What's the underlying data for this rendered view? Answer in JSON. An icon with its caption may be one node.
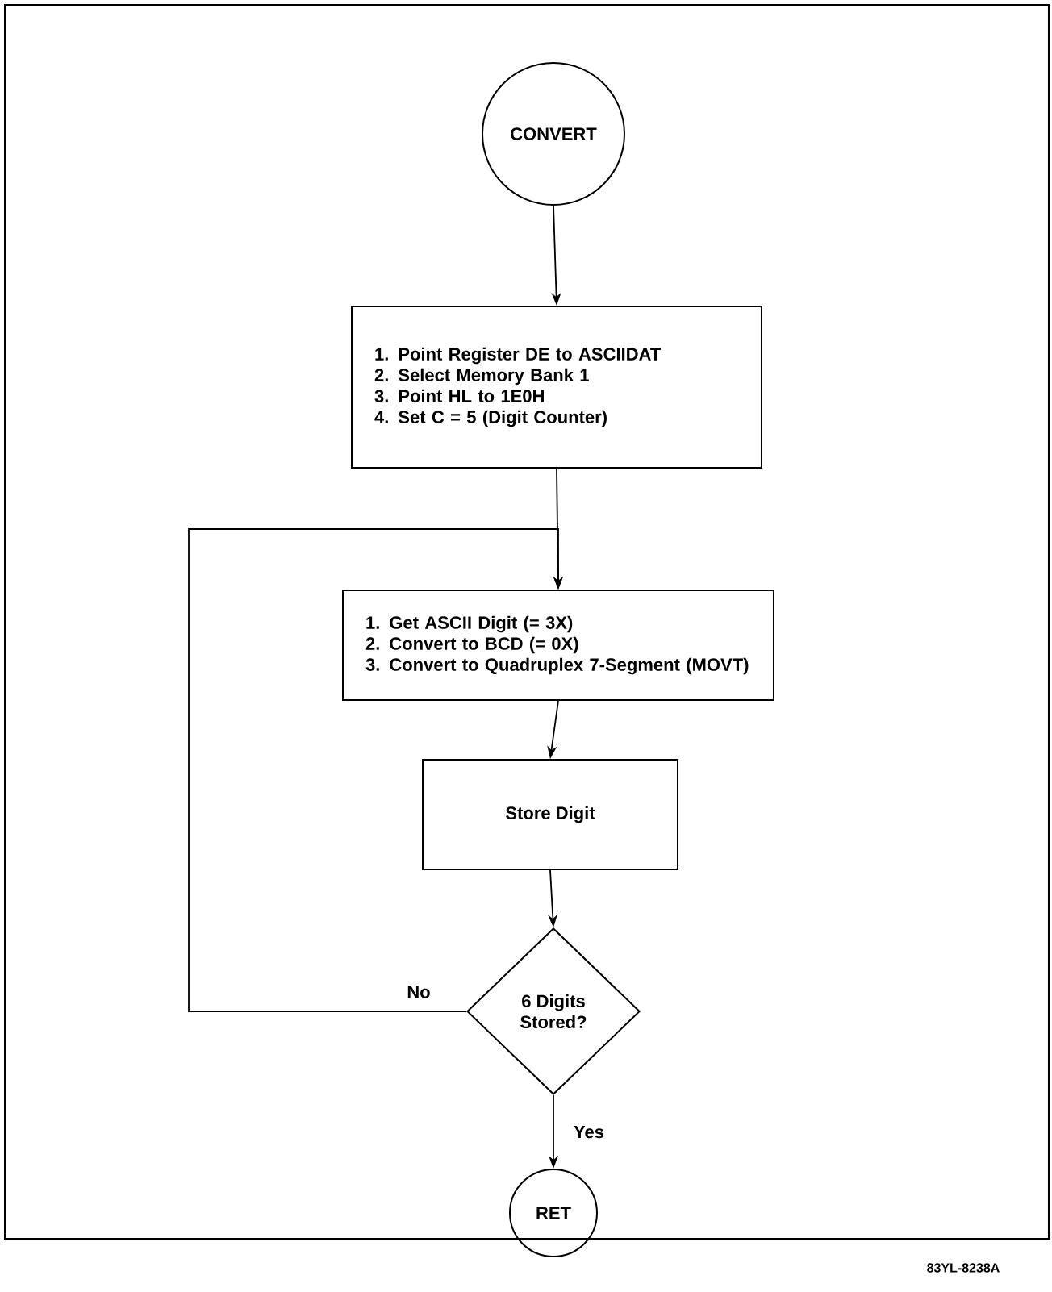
{
  "diagram": {
    "nodes": [
      {
        "text": [
          "CONVERT"
        ]
      },
      {
        "text": [
          "1. Point Register DE to ASCIIDAT",
          "2. Select Memory Bank 1",
          "3. Point HL to 1E0H",
          "4. Set C = 5 (Digit Counter)"
        ]
      },
      {
        "text": [
          "1. Get ASCII Digit (= 3X)",
          "2. Convert to BCD (= 0X)",
          "3. Convert to Quadruplex 7-Segment (MOVT)"
        ]
      },
      {
        "text": [
          "Store Digit"
        ]
      },
      {
        "text": [
          "6 Digits Stored?"
        ]
      },
      {
        "text": [
          "RET"
        ]
      }
    ],
    "edges": [
      {
        "from": 0,
        "to": 1,
        "arrow": "to"
      },
      {
        "from": 1,
        "to": 2,
        "arrow": "to"
      },
      {
        "from": 2,
        "to": 3,
        "arrow": "to"
      },
      {
        "from": 3,
        "to": 4,
        "arrow": "to"
      },
      {
        "from": 4,
        "to": 2,
        "arrow": "to",
        "label": "No"
      },
      {
        "from": 4,
        "to": 5,
        "arrow": "to",
        "label": "Yes"
      }
    ],
    "labels": [
      "83YL-8238A"
    ]
  }
}
